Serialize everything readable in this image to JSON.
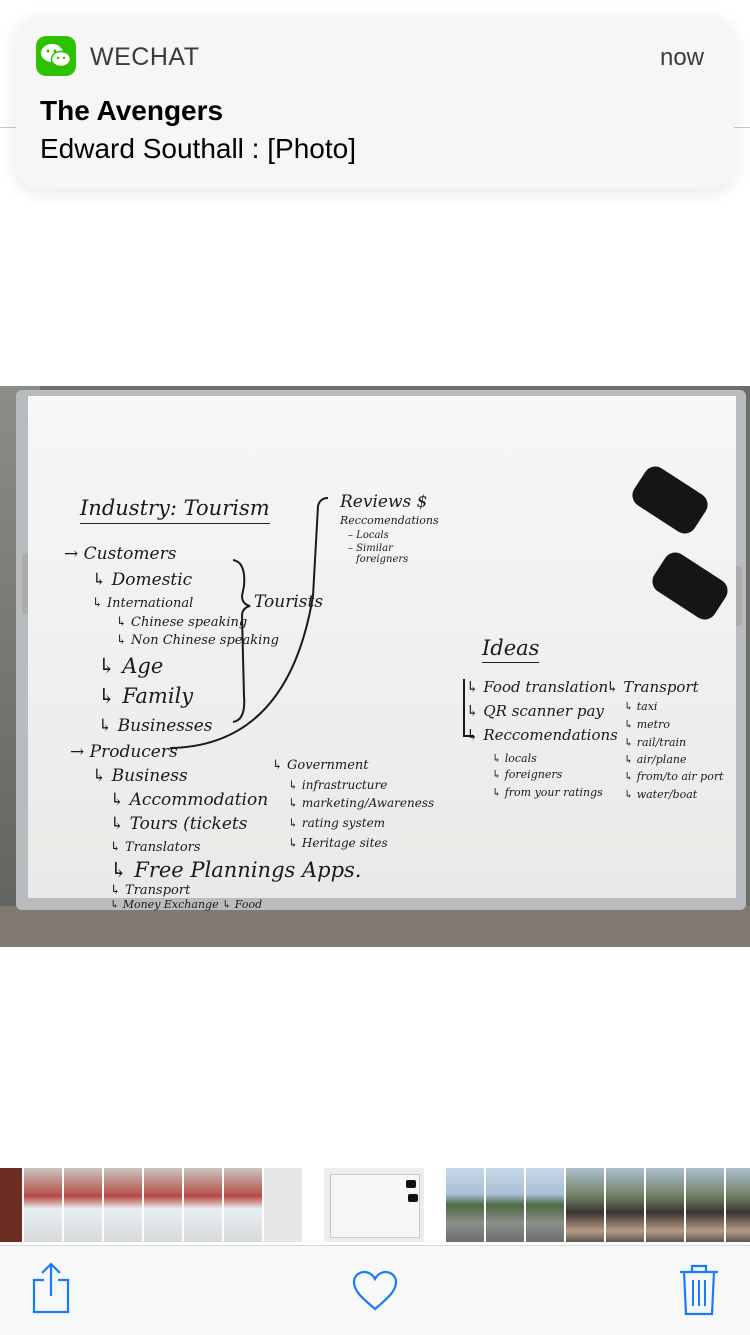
{
  "notification": {
    "app_name": "WECHAT",
    "time": "now",
    "title": "The Avengers",
    "body": "Edward Southall : [Photo]",
    "app_icon": "wechat-icon",
    "accent_color": "#2dc100"
  },
  "photo": {
    "description_icon": "whiteboard-photo",
    "whiteboard": {
      "heading": "Industry: Tourism",
      "left_column": [
        "→ Customers",
        "↳ Domestic",
        "↳ International",
        "↳ Chinese speaking",
        "↳ Non Chinese speaking",
        "↳ Age",
        "↳ Family",
        "↳ Businesses",
        "→ Producers",
        "↳ Business",
        "↳ Accommodation",
        "↳ Tours (tickets",
        "↳ Translators",
        "↳ Free Plannings Apps.",
        "↳ Transport",
        "↳ Money Exchange ↳ Food"
      ],
      "tourists_label": "Tourists",
      "reviews": [
        "Reviews $",
        "Reccomendations",
        "– Locals",
        "– Similar",
        "foreigners"
      ],
      "government": [
        "↳ Government",
        "↳ infrastructure",
        "↳ marketing/Awareness",
        "↳ rating system",
        "↳ Heritage sites"
      ],
      "ideas_heading": "Ideas",
      "ideas": [
        "↳ Food translation",
        "↳ QR scanner pay",
        "↳ Reccomendations",
        "↳ locals",
        "↳ foreigners",
        "↳ from your ratings"
      ],
      "transport": [
        "↳ Transport",
        "↳ taxi",
        "↳ metro",
        "↳ rail/train",
        "↳ air/plane",
        "↳ from/to air port",
        "↳ water/boat"
      ]
    }
  },
  "toolbar": {
    "share_icon": "share-icon",
    "favorite_icon": "heart-icon",
    "delete_icon": "trash-icon",
    "tint_color": "#1a7cf6"
  }
}
